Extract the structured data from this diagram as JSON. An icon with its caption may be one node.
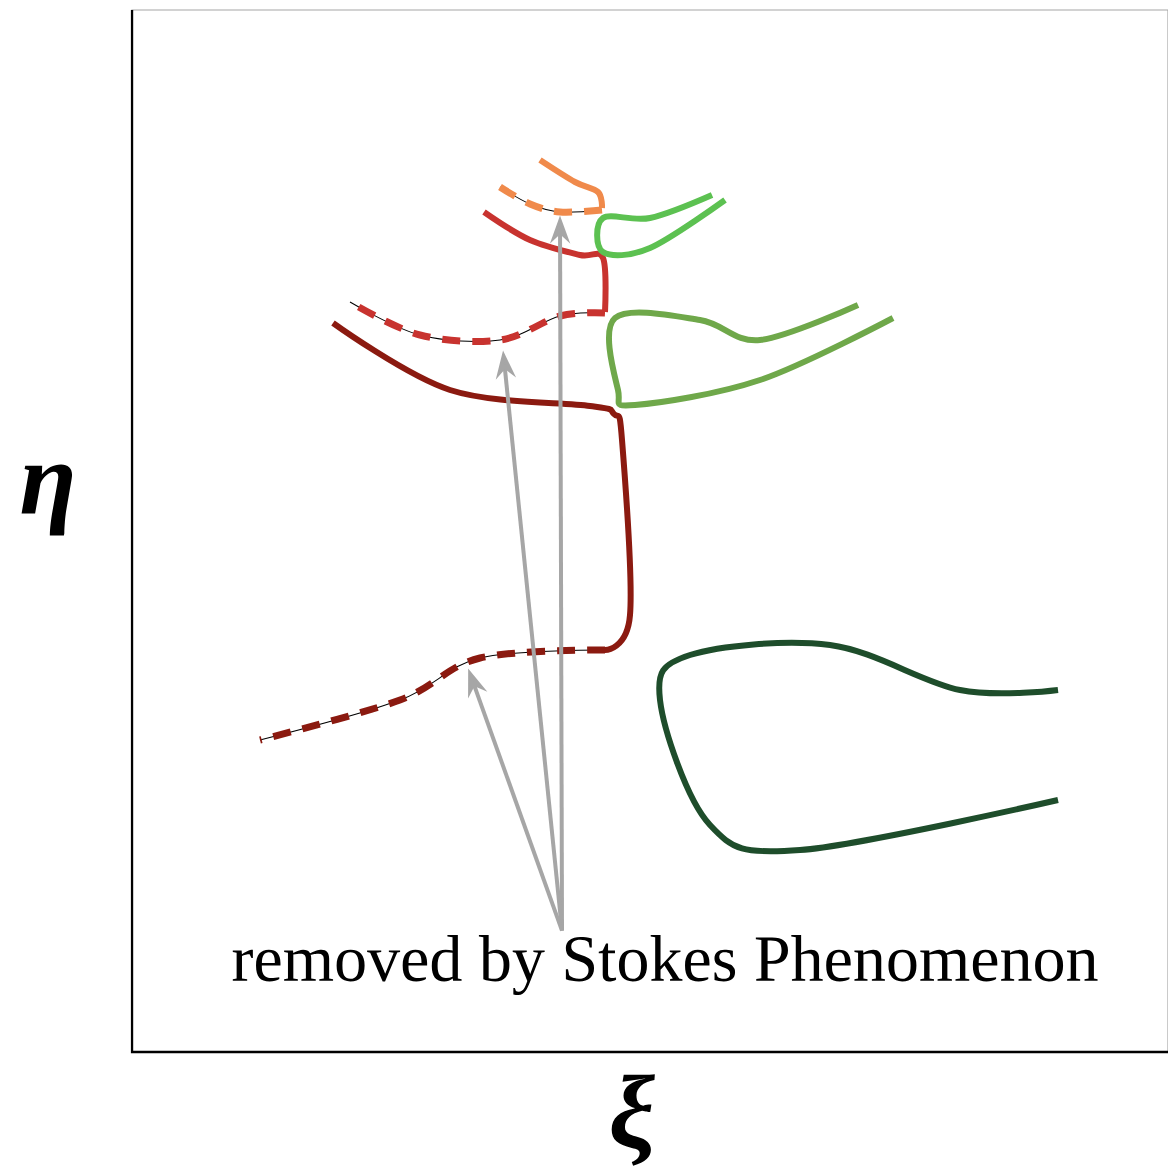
{
  "diagram": {
    "nodes": [
      {
        "text": [],
        "shape": "curve"
      },
      {
        "text": [],
        "shape": "curve"
      },
      {
        "text": [],
        "shape": "curve"
      },
      {
        "text": [
          "removed by Stokes Phenomenon"
        ]
      }
    ],
    "edges": [
      {
        "from": 3,
        "to": 0,
        "arrow": "to"
      },
      {
        "from": 3,
        "to": 1,
        "arrow": "to"
      },
      {
        "from": 3,
        "to": 2,
        "arrow": "to"
      }
    ],
    "labels": [
      "η",
      "ξ"
    ]
  }
}
